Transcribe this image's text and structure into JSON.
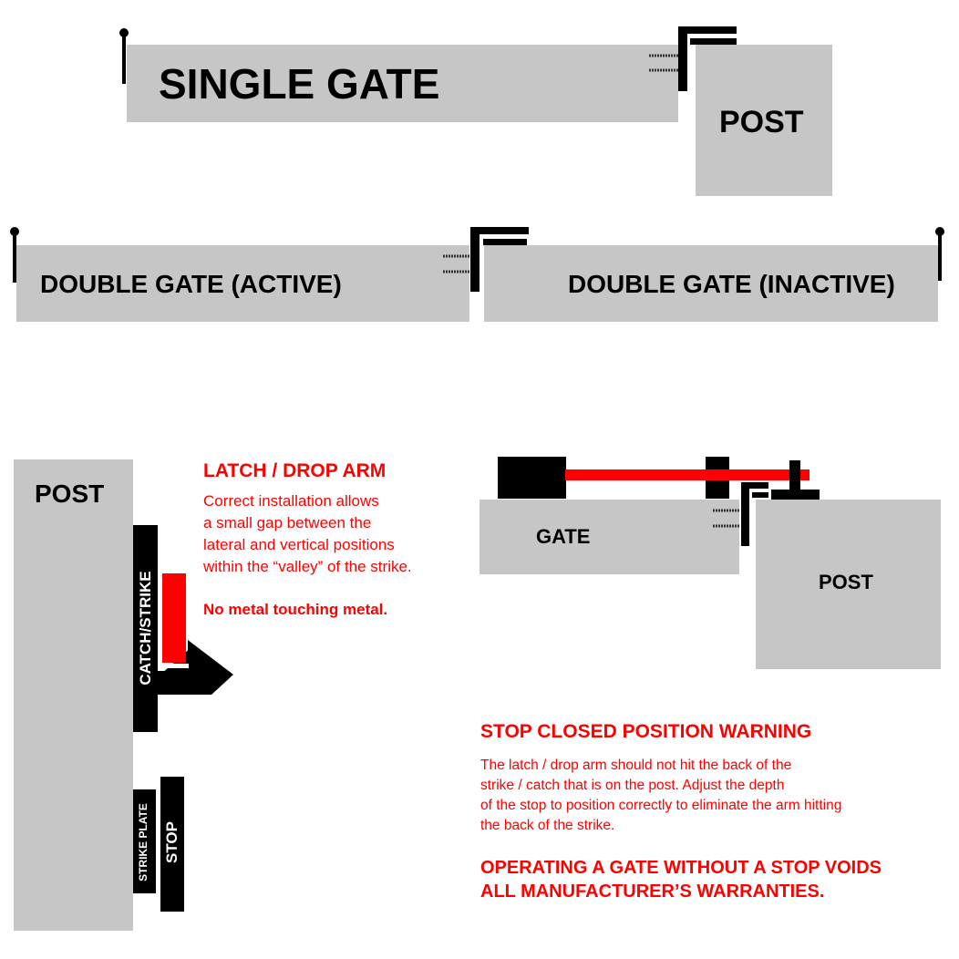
{
  "single_gate": {
    "gate_label": "SINGLE GATE",
    "post_label": "POST"
  },
  "double_gate": {
    "active_label": "DOUBLE GATE (ACTIVE)",
    "inactive_label": "DOUBLE GATE (INACTIVE)"
  },
  "latch_detail": {
    "post_label": "POST",
    "catch_label": "CATCH/STRIKE",
    "strike_plate_label": "STRIKE PLATE",
    "stop_label": "STOP",
    "heading": "LATCH / DROP ARM",
    "body_lines": [
      "Correct installation allows",
      "a small gap between the",
      "lateral and vertical positions",
      "within the “valley” of the strike."
    ],
    "note": "No metal touching metal."
  },
  "side_view": {
    "gate_label": "GATE",
    "post_label": "POST"
  },
  "warning": {
    "heading": "STOP CLOSED POSITION WARNING",
    "body_lines": [
      "The latch / drop arm should not hit the back of the",
      "strike / catch that is on the post. Adjust the depth",
      "of the stop to position correctly to eliminate the arm hitting",
      "the back of the strike."
    ],
    "warranty_lines": [
      "OPERATING A GATE WITHOUT A STOP VOIDS",
      "ALL MANUFACTURER’S WARRANTIES."
    ]
  },
  "colors": {
    "panel_gray": "#c6c6c6",
    "hardware_black": "#000000",
    "warning_red": "#ff0000",
    "background": "#ffffff"
  }
}
